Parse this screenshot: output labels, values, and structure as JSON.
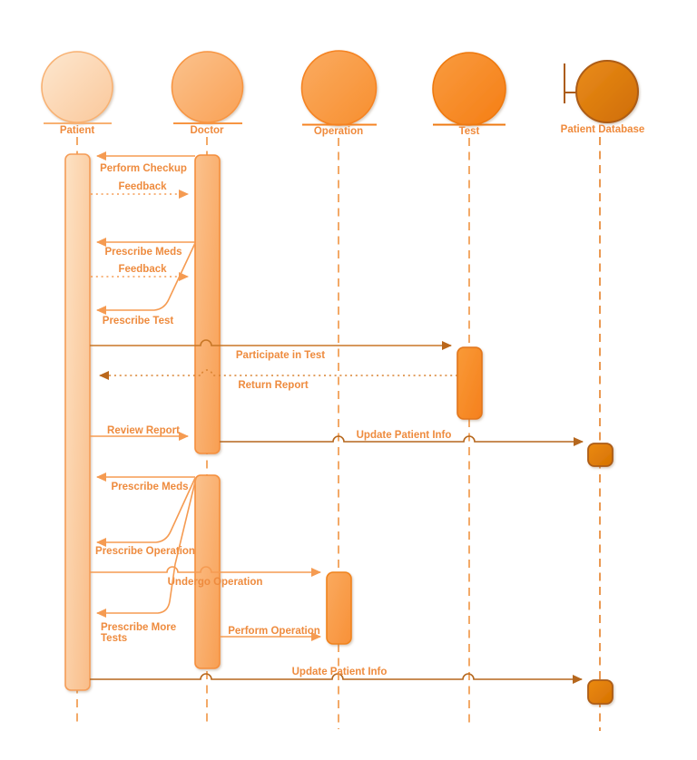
{
  "diagram": {
    "type": "uml-sequence-diagram",
    "actors": [
      {
        "name": "Patient",
        "icon": "entity-circle",
        "fill": "#FAC89B"
      },
      {
        "name": "Doctor",
        "icon": "entity-circle",
        "fill": "#F9A155"
      },
      {
        "name": "Operation",
        "icon": "entity-circle",
        "fill": "#F88F2F"
      },
      {
        "name": "Test",
        "icon": "entity-circle",
        "fill": "#F57E15"
      },
      {
        "name": "Patient Database",
        "icon": "boundary-circle",
        "fill": "#CF6D02"
      }
    ],
    "messages": [
      {
        "label": "Perform Checkup",
        "from": "Doctor",
        "to": "Patient",
        "line": "solid"
      },
      {
        "label": "Feedback",
        "from": "Patient",
        "to": "Doctor",
        "line": "dotted"
      },
      {
        "label": "Prescribe Meds",
        "from": "Doctor",
        "to": "Patient",
        "line": "solid"
      },
      {
        "label": "Feedback",
        "from": "Patient",
        "to": "Doctor",
        "line": "dotted"
      },
      {
        "label": "Prescribe Test",
        "from": "Doctor",
        "to": "Patient",
        "line": "solid-bent"
      },
      {
        "label": "Participate in Test",
        "from": "Patient",
        "to": "Test",
        "line": "solid"
      },
      {
        "label": "Return Report",
        "from": "Test",
        "to": "Patient",
        "line": "dotted"
      },
      {
        "label": "Review Report",
        "from": "Patient",
        "to": "Doctor",
        "line": "solid"
      },
      {
        "label": "Update Patient Info",
        "from": "Doctor",
        "to": "Patient Database",
        "line": "solid"
      },
      {
        "label": "Prescribe Meds",
        "from": "Doctor",
        "to": "Patient",
        "line": "solid"
      },
      {
        "label": "Prescribe Operation",
        "from": "Doctor",
        "to": "Patient",
        "line": "solid-bent"
      },
      {
        "label": "Undergo Operation",
        "from": "Patient",
        "to": "Operation",
        "line": "solid"
      },
      {
        "label": "Prescribe More Tests",
        "label_lines": [
          "Prescribe More",
          "Tests"
        ],
        "from": "Doctor",
        "to": "Patient",
        "line": "solid-bent"
      },
      {
        "label": "Perform Operation",
        "from": "Doctor",
        "to": "Operation",
        "line": "solid"
      },
      {
        "label": "Update Patient Info",
        "from": "Patient",
        "to": "Patient Database",
        "line": "solid"
      }
    ],
    "colors": {
      "label_text": "#EE8B3E",
      "lifeline": "#F2A057",
      "message_light": "#F59B52",
      "message_dark": "#B5671D",
      "message_mid": "#C87726",
      "db_stroke": "#AC5C15"
    }
  }
}
